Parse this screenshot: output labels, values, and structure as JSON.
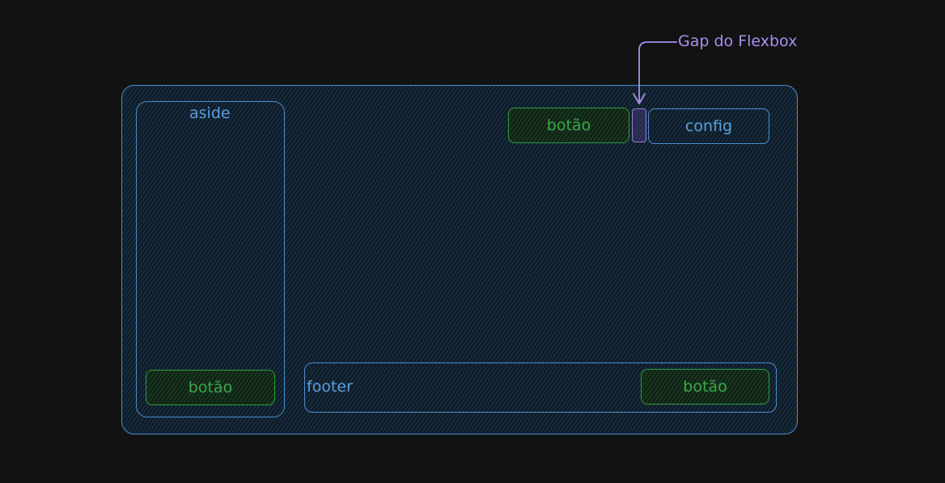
{
  "aside": {
    "label": "aside",
    "button_label": "botão"
  },
  "header": {
    "button_label": "botão",
    "config_label": "config"
  },
  "footer": {
    "label": "footer",
    "button_label": "botão"
  },
  "annotation": {
    "text": "Gap do Flexbox",
    "color": "#a98ef0"
  },
  "colors": {
    "background": "#121212",
    "container_border": "#4a8fd0",
    "button_border": "#2f9a41",
    "button_text": "#3aa84a",
    "label_text": "#5a9fe0"
  }
}
